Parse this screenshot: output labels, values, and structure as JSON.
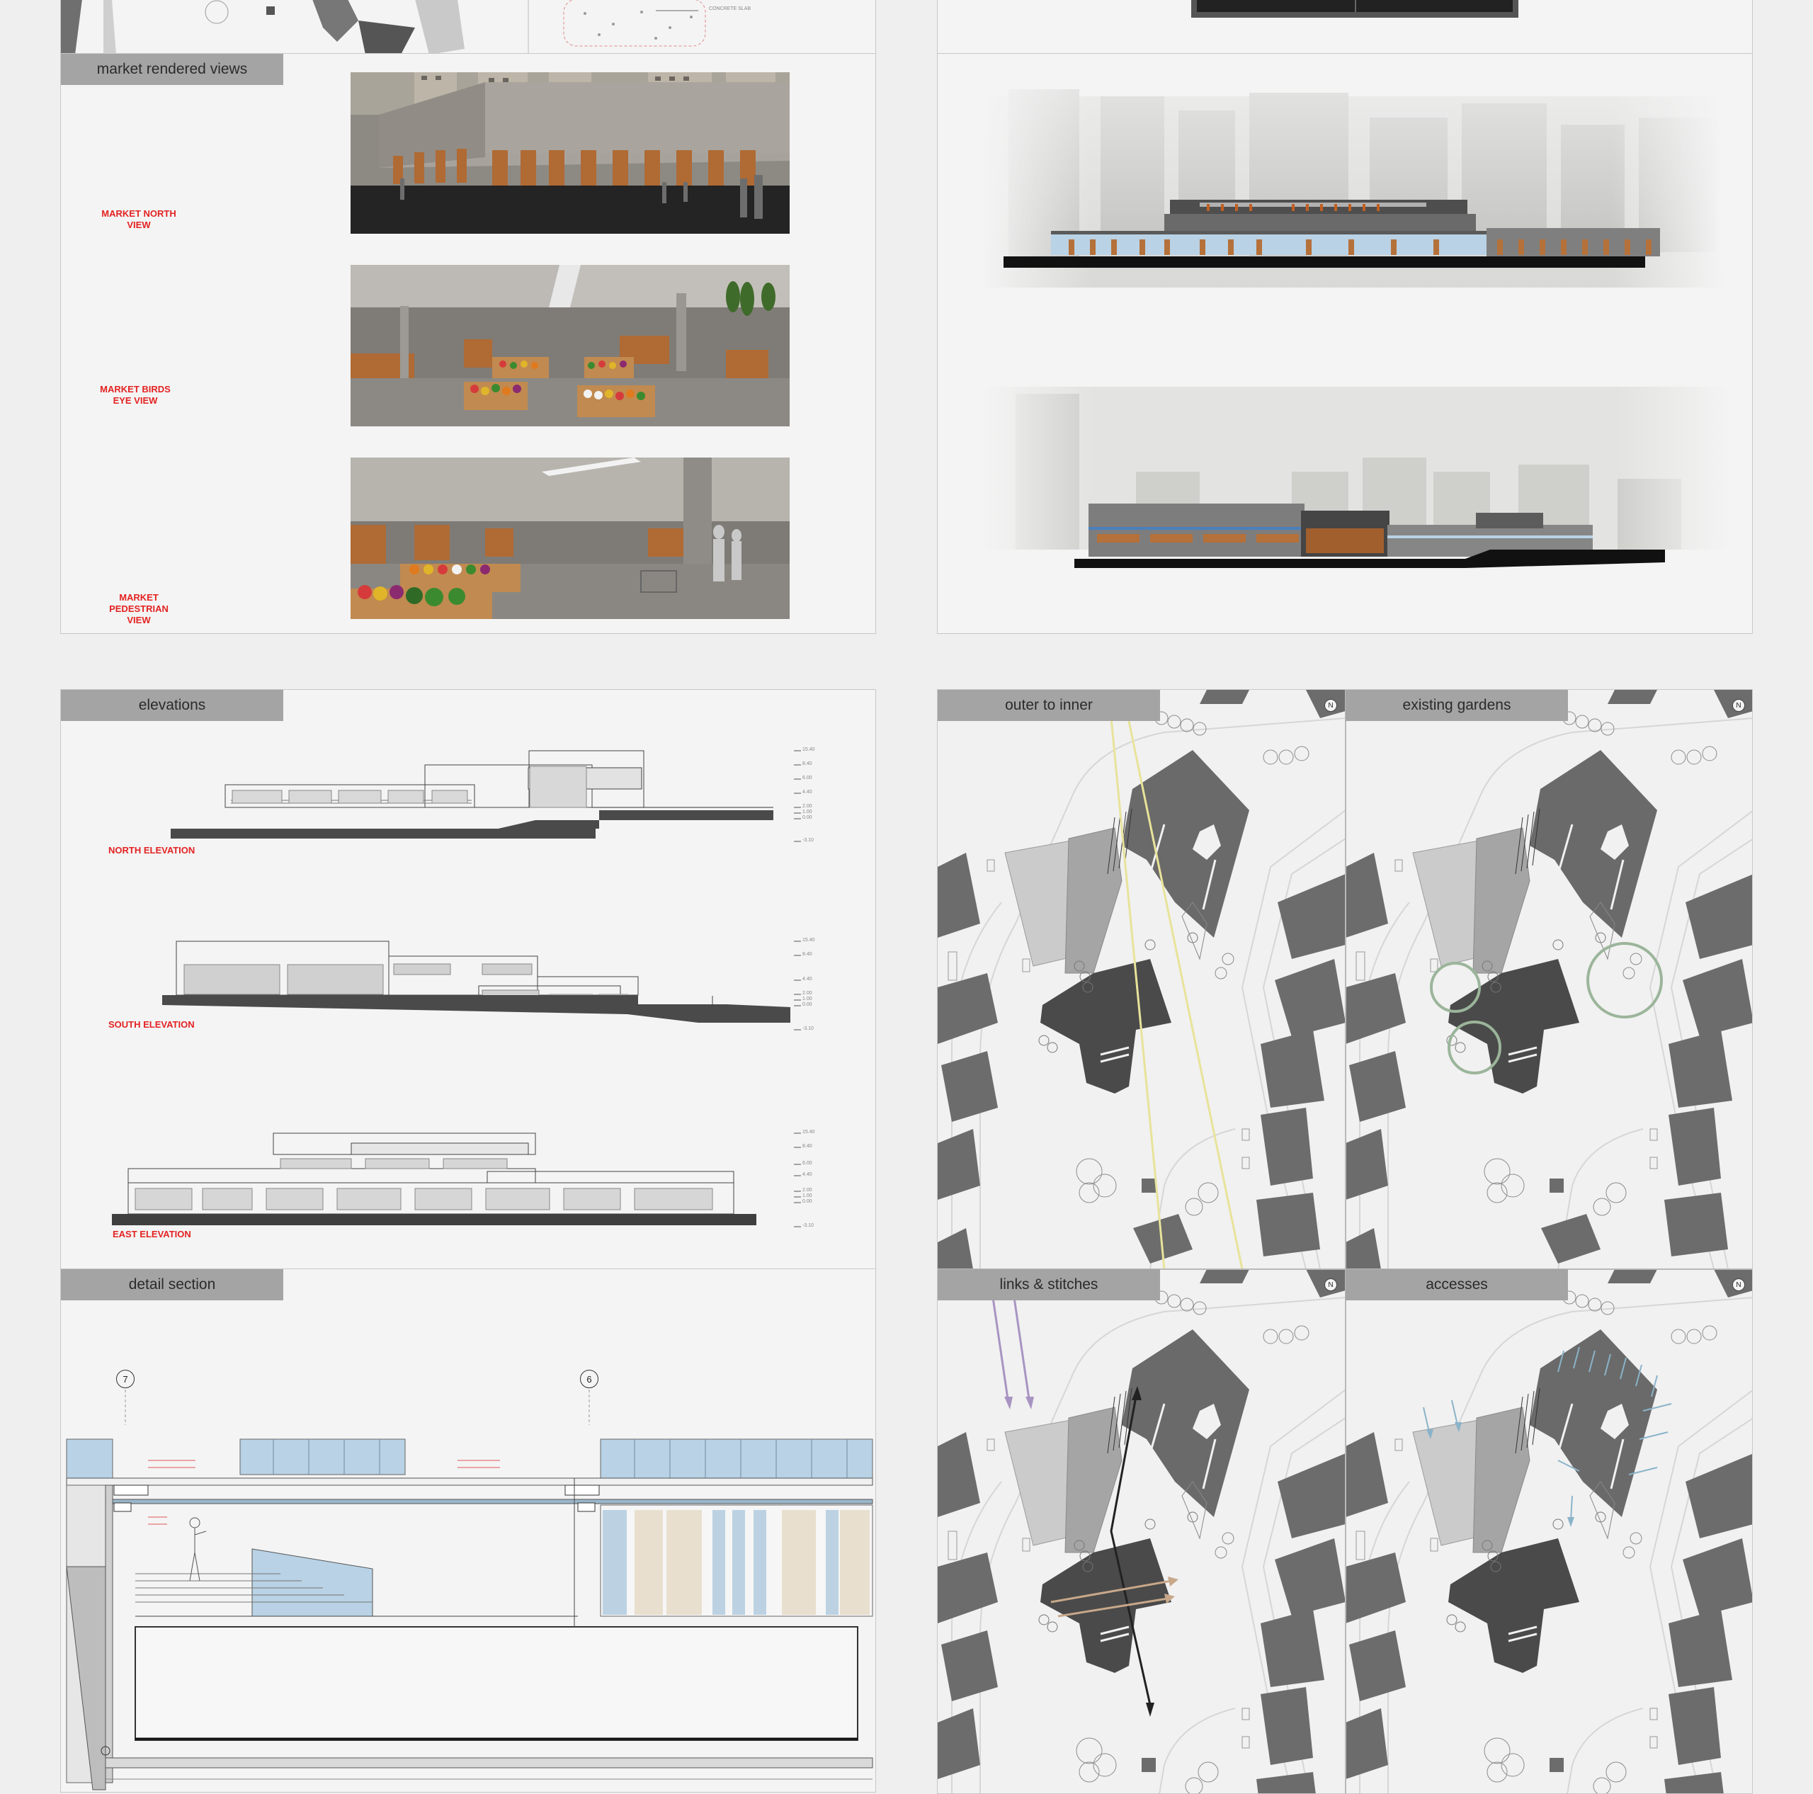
{
  "colors": {
    "label_red": "#e32222",
    "tag_bg": "#a4a4a4",
    "panel_bg": "#f4f4f4",
    "building_dark": "#4a4a4a",
    "building_mid": "#7a7a7a",
    "building_light": "#bdbdbd",
    "axis_yellow": "#e8e39a",
    "garden_green": "#9bb59a",
    "access_blue": "#8ab3c9",
    "link_purple": "#a894c2",
    "wood": "#b5713a",
    "glass": "#b9d2e5"
  },
  "top_left": {
    "snippet": "CONCRETE SLAB"
  },
  "rendered": {
    "tag": "market rendered views",
    "views": [
      {
        "label": "MARKET NORTH VIEW"
      },
      {
        "label": "MARKET BIRDS EYE VIEW"
      },
      {
        "label": "MARKET PEDESTRIAN VIEW"
      }
    ]
  },
  "elevations": {
    "tag": "elevations",
    "items": [
      {
        "label": "NORTH ELEVATION"
      },
      {
        "label": "SOUTH ELEVATION"
      },
      {
        "label": "EAST ELEVATION"
      }
    ],
    "levels": [
      "15.40",
      "8.40",
      "6.00",
      "4.40",
      "2.00",
      "1.00",
      "0.00",
      "-3.10"
    ]
  },
  "detail": {
    "tag": "detail section",
    "grid_left": "7",
    "grid_right": "6"
  },
  "maps": [
    {
      "tag": "outer to inner",
      "north": "N"
    },
    {
      "tag": "existing gardens",
      "north": "N"
    },
    {
      "tag": "links & stitches",
      "north": "N"
    },
    {
      "tag": "accesses",
      "north": "N"
    }
  ]
}
